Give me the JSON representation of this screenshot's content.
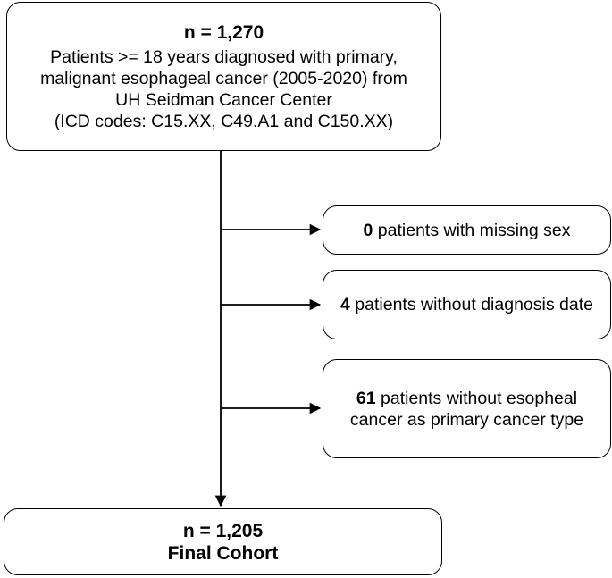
{
  "top": {
    "count": "n = 1,270",
    "lines": [
      "Patients >= 18 years diagnosed with primary,",
      "malignant esophageal cancer (2005-2020) from",
      "UH Seidman Cancer Center",
      "(ICD codes: C15.XX, C49.A1 and C150.XX)"
    ]
  },
  "exclusions": [
    {
      "number": "0",
      "text": " patients with missing sex"
    },
    {
      "number": "4",
      "text": " patients without diagnosis date"
    },
    {
      "number": "61",
      "text": " patients without esopheal cancer as primary cancer type"
    }
  ],
  "final": {
    "count": "n = 1,205",
    "label": "Final Cohort"
  }
}
